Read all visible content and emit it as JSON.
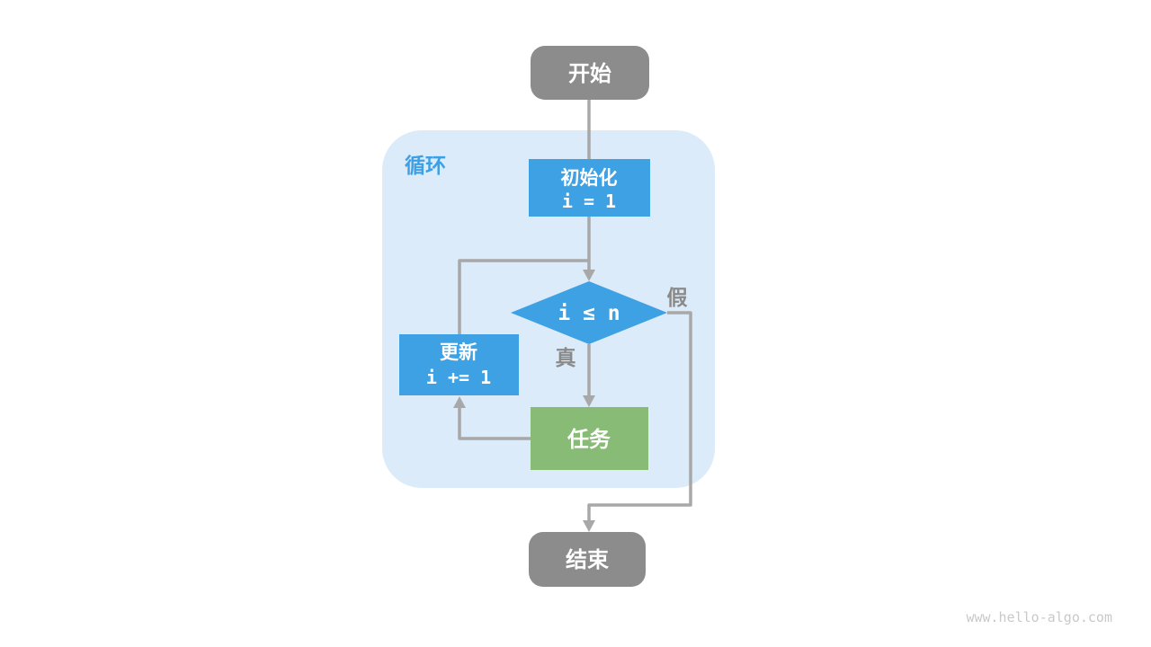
{
  "diagram": {
    "loop_container_label": "循环",
    "nodes": {
      "start": {
        "label": "开始"
      },
      "init": {
        "label": "初始化",
        "code": "i = 1"
      },
      "condition": {
        "code": "i ≤ n"
      },
      "update": {
        "label": "更新",
        "code": "i += 1"
      },
      "task": {
        "label": "任务"
      },
      "end": {
        "label": "结束"
      }
    },
    "edge_labels": {
      "true": "真",
      "false": "假"
    },
    "colors": {
      "terminal_gray": "#8c8c8c",
      "process_blue": "#3ea1e4",
      "task_green": "#88bb75",
      "container_light_blue": "#dbebf9",
      "loop_label_blue": "#3ea0e4",
      "edge_gray": "#a8a8a8",
      "edge_label_gray": "#8a8a8a",
      "watermark_gray": "#c9c9c9"
    },
    "watermark": "www.hello-algo.com"
  }
}
